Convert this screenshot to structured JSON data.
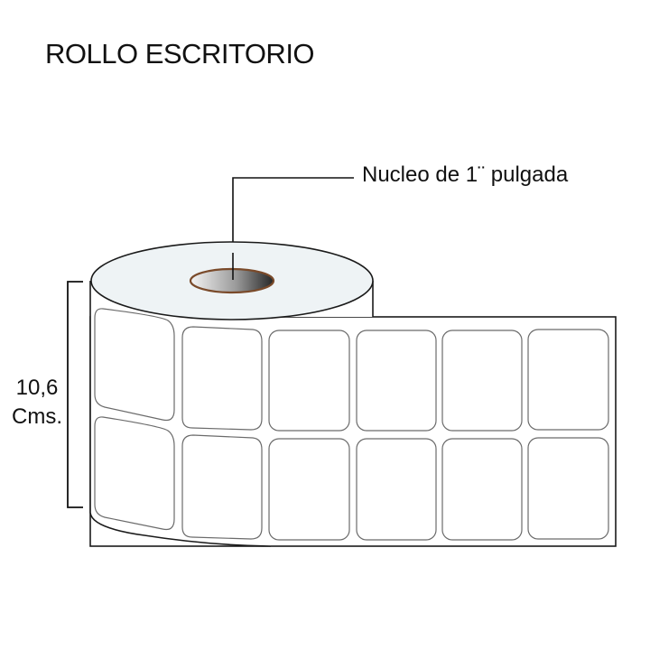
{
  "title": "ROLLO ESCRITORIO",
  "callout": {
    "label": "Nucleo de 1¨ pulgada",
    "target": "core"
  },
  "dimension": {
    "value": "10,6",
    "unit": "Cms.",
    "axis": "vertical"
  },
  "roll": {
    "label_rows": 2,
    "label_columns_flat": 5,
    "label_columns_curved": 1,
    "colors": {
      "outline": "#1a1a1a",
      "label_outline": "#6b6b6b",
      "roll_top": "#eef3f5",
      "core_rim": "#7a4a2a",
      "core_dark": "#2b2b2b",
      "core_light": "#f2f2f2"
    }
  }
}
